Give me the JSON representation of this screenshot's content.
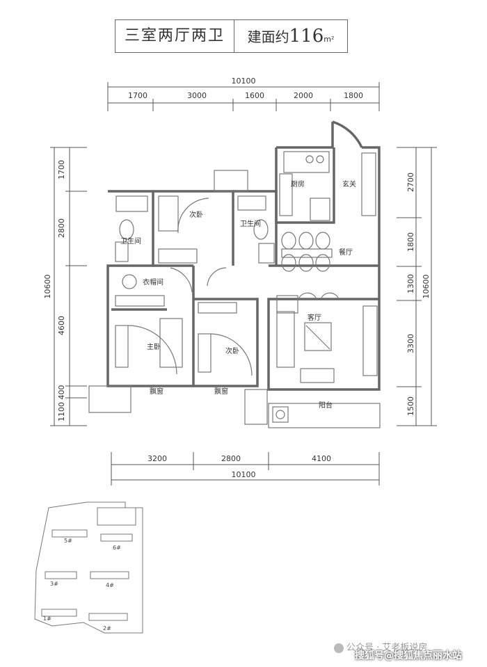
{
  "header": {
    "layout": "三室两厅两卫",
    "area_prefix": "建面约",
    "area_value": "116",
    "area_unit": "m²"
  },
  "dims": {
    "top_total": "10100",
    "top_segments": [
      "1700",
      "3000",
      "1600",
      "2000",
      "1800"
    ],
    "bottom_segments": [
      "3200",
      "2800",
      "4100"
    ],
    "bottom_total": "10100",
    "left_segments": [
      "1700",
      "2800",
      "4600",
      "400",
      "1100"
    ],
    "left_total": "10600",
    "right_segments": [
      "2700",
      "1800",
      "1300",
      "3300",
      "1500"
    ],
    "right_total": "10600"
  },
  "rooms": {
    "kitchen": "厨房",
    "entrance": "玄关",
    "second_bedroom_top": "次卧",
    "bathroom_left": "卫生间",
    "bathroom_right": "卫生间",
    "dining": "餐厅",
    "closet": "衣帽间",
    "living": "客厅",
    "master": "主卧",
    "second_bedroom_bottom": "次卧",
    "bay_window_left": "飘窗",
    "bay_window_right": "飘窗",
    "balcony": "阳台"
  },
  "site_plan": {
    "buildings": [
      "5#",
      "6#",
      "3#",
      "4#",
      "1#",
      "2#"
    ]
  },
  "watermark": {
    "wechat": "公众号 · 艾老板说房",
    "sohu": "搜狐号@搜狐焦点丽水站"
  }
}
